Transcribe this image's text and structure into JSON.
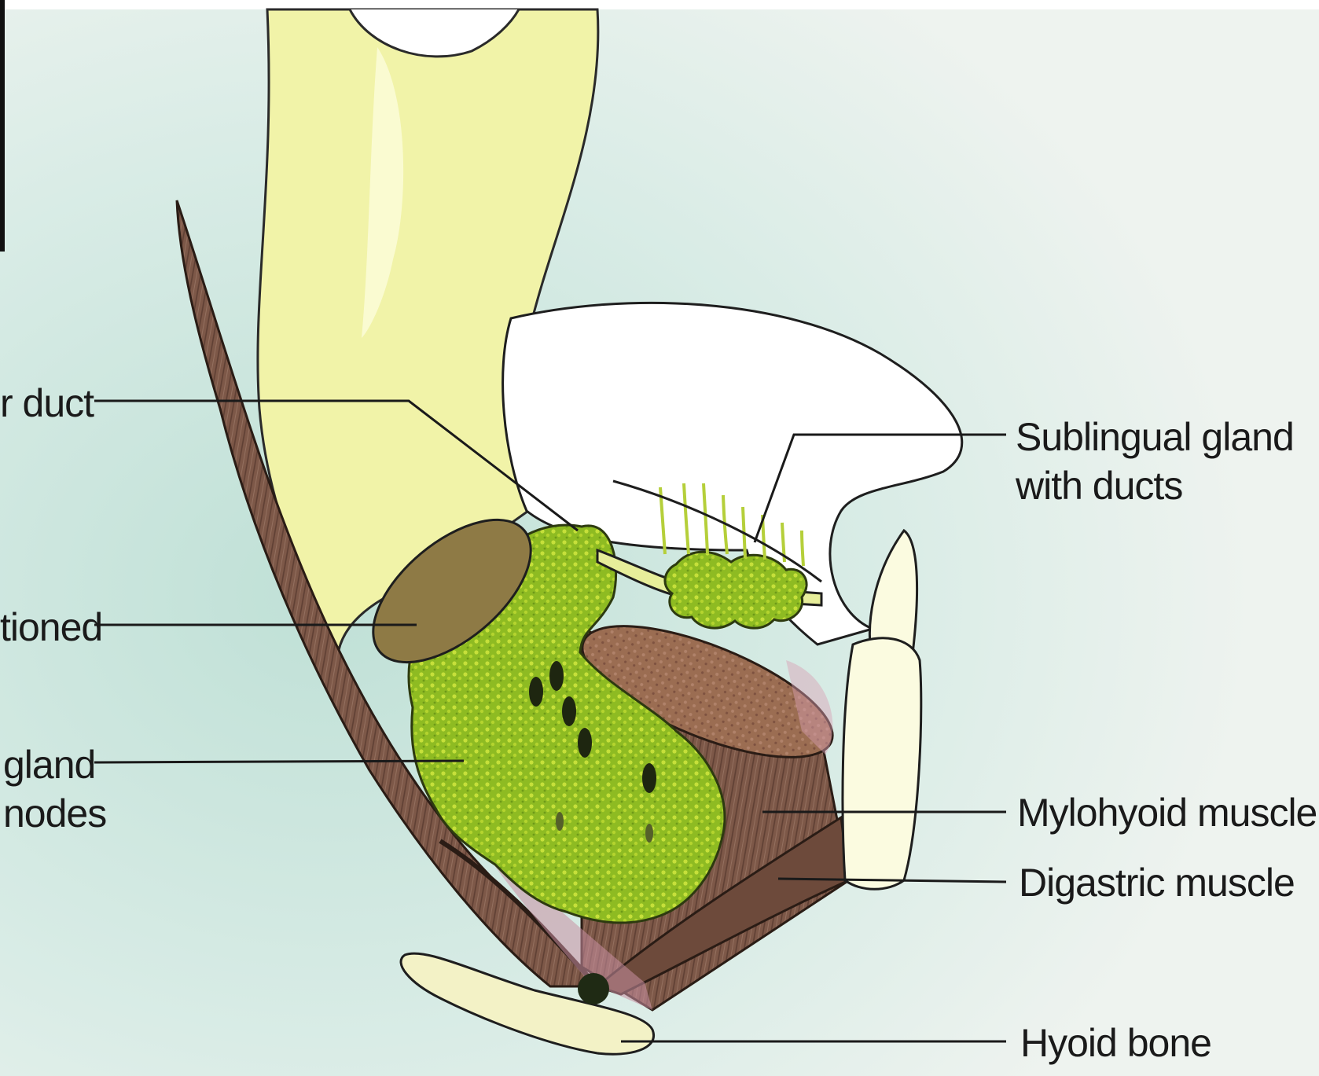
{
  "labels": {
    "submandibular_duct": "r duct",
    "sectioned": "tioned",
    "gland_line1": "gland",
    "gland_line2": "nodes",
    "sublingual_line1": "Sublingual gland",
    "sublingual_line2": "with ducts",
    "mylohyoid": "Mylohyoid muscle",
    "digastric": "Digastric muscle",
    "hyoid": "Hyoid bone"
  },
  "colors": {
    "background": "#eef3ef",
    "mandible": "#f1f3a8",
    "gland_green": "#8dbb1e",
    "muscle_brown": "#7a5545",
    "section_cut": "#8e7a45",
    "hyoid": "#f3f2c6",
    "outline": "#2a2a2a"
  }
}
